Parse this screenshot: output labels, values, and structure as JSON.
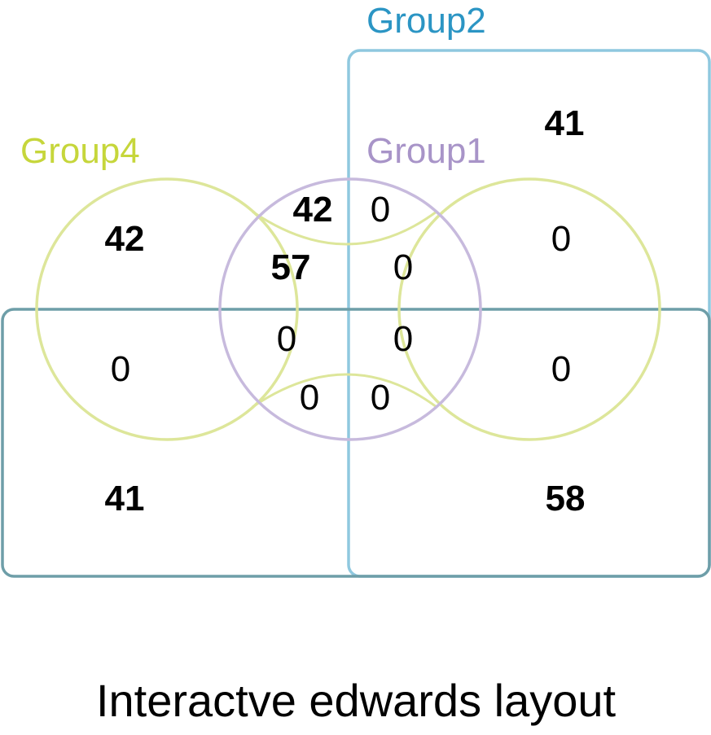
{
  "title": "Interactve edwards layout",
  "sets": [
    {
      "key": "group1",
      "label": "Group1",
      "color": "#a894c8"
    },
    {
      "key": "group2",
      "label": "Group2",
      "color": "#2b95c4"
    },
    {
      "key": "group3",
      "label": "",
      "color": "#3c7f8c"
    },
    {
      "key": "group4",
      "label": "Group4",
      "color": "#c6d63b"
    }
  ],
  "regions": {
    "g4_top_left": "42",
    "g4_g1_top_only": "42",
    "g4_g1_top_g2": "0",
    "g2_only": "41",
    "g4_g2_top_right": "0",
    "g1_only": "57",
    "g1_g2": "0",
    "g4_g3_left": "0",
    "g1_g3": "0",
    "g1_g2_g3": "0",
    "g4_g2_g3_right": "0",
    "g4_g1_g3_bottom": "0",
    "g4_g1_g2_g3_bottom": "0",
    "g3_only": "41",
    "g2_g3": "58"
  }
}
